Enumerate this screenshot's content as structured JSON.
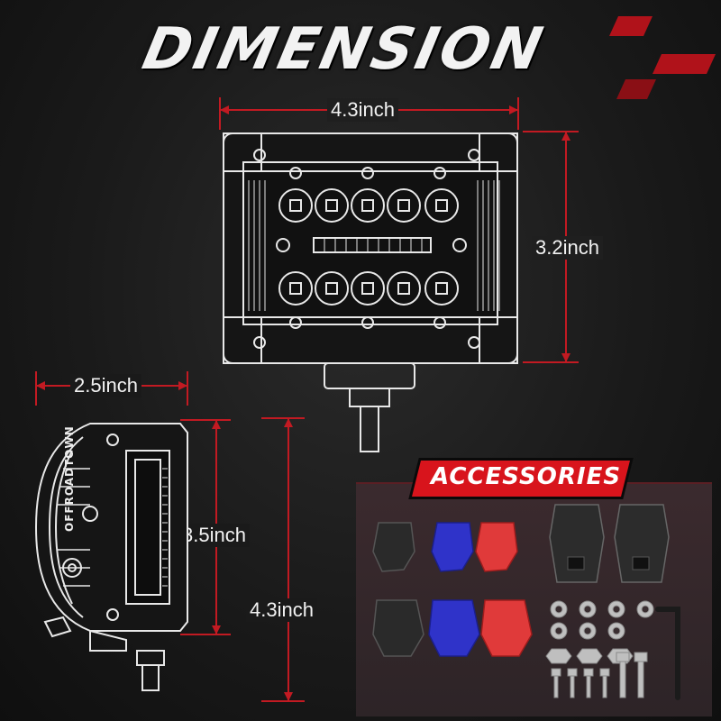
{
  "title": "DIMENSION",
  "brand": "OFFROADTOWN",
  "dimensions": {
    "front_width": "4.3inch",
    "front_height": "3.2inch",
    "side_depth": "2.5inch",
    "side_inner_height": "3.5inch",
    "side_total_height": "4.3inch"
  },
  "accessories": {
    "title": "ACCESSORIES",
    "covers": [
      "black",
      "blue",
      "red"
    ]
  },
  "colors": {
    "accent": "#d8141c",
    "measure_line": "#c21a22",
    "text": "#f2f2f2"
  }
}
